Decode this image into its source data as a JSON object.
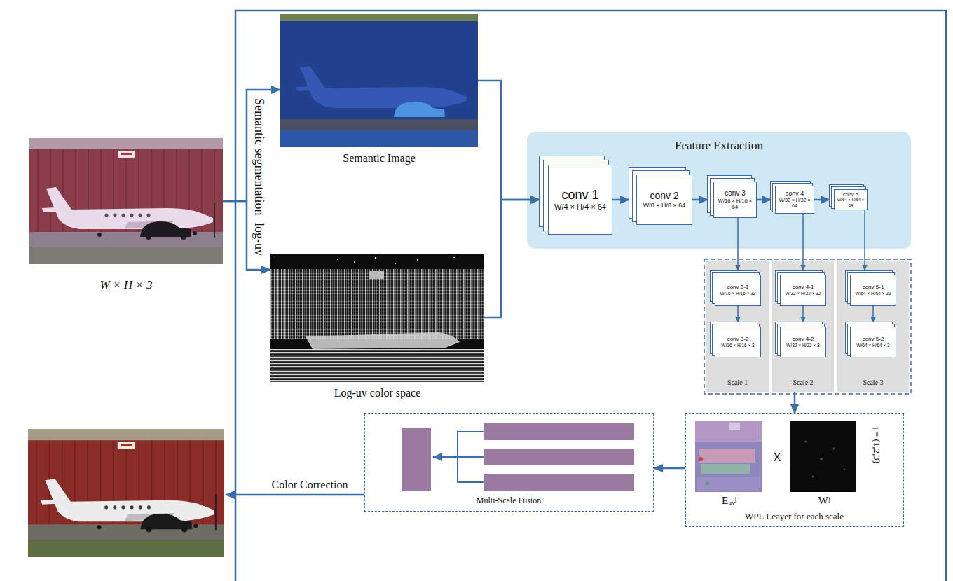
{
  "diagram": {
    "nodes": [
      {
        "text": [
          "W × H × 3"
        ]
      },
      {
        "text": [
          "Semantic Image"
        ]
      },
      {
        "text": [
          "Log-uv color space"
        ]
      },
      {
        "text": [
          "Feature Extraction"
        ]
      },
      {
        "text": [
          "conv 1",
          "W/4 × H/4 × 64"
        ],
        "in": 3
      },
      {
        "text": [
          "conv 2",
          "W/8 × H/8 × 64"
        ],
        "in": 3
      },
      {
        "text": [
          "conv 3",
          "W/16 × H/16 × 64"
        ],
        "in": 3
      },
      {
        "text": [
          "conv 4",
          "W/32 × H/32 × 64"
        ],
        "in": 3
      },
      {
        "text": [
          "conv 5",
          "W/64 × H/64 × 64"
        ],
        "in": 3
      },
      {
        "text": [
          "Scale 1"
        ]
      },
      {
        "text": [
          "conv 3-1",
          "W/16 × H/16 × 32"
        ],
        "in": 9
      },
      {
        "text": [
          "conv 3-2",
          "W/16 × H/16 × 3"
        ],
        "in": 9
      },
      {
        "text": [
          "Scale 2"
        ]
      },
      {
        "text": [
          "conv 4-1",
          "W/32 × H/32 × 32"
        ],
        "in": 12
      },
      {
        "text": [
          "conv 4-2",
          "W/32 × H/32 × 3"
        ],
        "in": 12
      },
      {
        "text": [
          "Scale 3"
        ]
      },
      {
        "text": [
          "conv 5-1",
          "W/64 × H/64 × 32"
        ],
        "in": 15
      },
      {
        "text": [
          "conv 5-2",
          "W/64 × H/64 × 3"
        ],
        "in": 15
      },
      {
        "text": [
          "Eᵤᵥʲ",
          "X",
          "Wʲ",
          "j = (1,2,3)",
          "WPL Leayer for each scale"
        ]
      },
      {
        "text": [
          "Multi-Scale Fusion"
        ]
      }
    ],
    "edges": [
      {
        "from": 0,
        "to": 1,
        "label": "Semantic segmentation",
        "arrow": "to"
      },
      {
        "from": 0,
        "to": 2,
        "label": "log-uv",
        "arrow": "to"
      },
      {
        "from": 1,
        "to": 4,
        "arrow": "to"
      },
      {
        "from": 2,
        "to": 4,
        "arrow": "to"
      },
      {
        "from": 4,
        "to": 5,
        "arrow": "to"
      },
      {
        "from": 5,
        "to": 6,
        "arrow": "to"
      },
      {
        "from": 6,
        "to": 7,
        "arrow": "to"
      },
      {
        "from": 7,
        "to": 8,
        "arrow": "to"
      },
      {
        "from": 6,
        "to": 10,
        "arrow": "to"
      },
      {
        "from": 10,
        "to": 11,
        "arrow": "to"
      },
      {
        "from": 7,
        "to": 13,
        "arrow": "to"
      },
      {
        "from": 13,
        "to": 14,
        "arrow": "to"
      },
      {
        "from": 8,
        "to": 16,
        "arrow": "to"
      },
      {
        "from": 16,
        "to": 17,
        "arrow": "to"
      },
      {
        "from": 12,
        "to": 18,
        "arrow": "to"
      },
      {
        "from": 18,
        "to": 19,
        "arrow": "to"
      }
    ],
    "labels": [
      "Color Correction"
    ]
  }
}
